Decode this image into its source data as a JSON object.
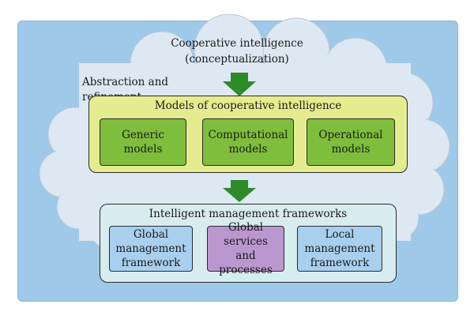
{
  "header": {
    "title_line1": "Cooperative intelligence",
    "title_line2": "(conceptualization)",
    "abstraction_label": "Abstraction and refinement"
  },
  "models_box": {
    "title": "Models of cooperative intelligence",
    "items": [
      {
        "line1": "Generic",
        "line2": "models"
      },
      {
        "line1": "Computational",
        "line2": "models"
      },
      {
        "line1": "Operational",
        "line2": "models"
      }
    ]
  },
  "frameworks_box": {
    "title": "Intelligent management frameworks",
    "items": [
      {
        "line1": "Global",
        "line2": "management",
        "line3": "framework"
      },
      {
        "line1": "Global",
        "line2": "services",
        "line3": "and processes"
      },
      {
        "line1": "Local",
        "line2": "management",
        "line3": "framework"
      }
    ]
  },
  "colors": {
    "frame": "#9fc9e8",
    "cloud": "#dde8f3",
    "models_bg": "#e4ec8f",
    "model_item": "#7fbe3c",
    "frameworks_bg": "#d6ecee",
    "framework_item": "#a9cfee",
    "services_item": "#bb97cf",
    "arrow": "#2f8a2a"
  }
}
